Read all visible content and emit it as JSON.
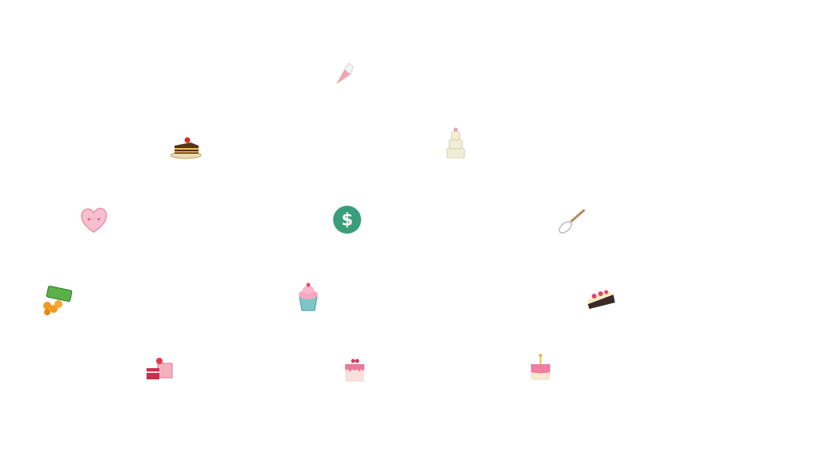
{
  "scene": {
    "items": [
      {
        "id": "piping",
        "icon": "piping-bag-icon"
      },
      {
        "id": "layer",
        "icon": "layer-cake-icon"
      },
      {
        "id": "tiered",
        "icon": "tiered-wedding-cake-icon"
      },
      {
        "id": "heart",
        "icon": "heart-cake-icon"
      },
      {
        "id": "dollar",
        "icon": "dollar-coin-icon",
        "symbol": "$"
      },
      {
        "id": "whisk",
        "icon": "whisk-icon"
      },
      {
        "id": "money",
        "icon": "money-stack-icon"
      },
      {
        "id": "cupcake",
        "icon": "cupcake-icon"
      },
      {
        "id": "slice",
        "icon": "cheesecake-slice-icon"
      },
      {
        "id": "petit",
        "icon": "petit-fours-icon"
      },
      {
        "id": "drip",
        "icon": "drip-cake-icon"
      },
      {
        "id": "bday",
        "icon": "birthday-cake-icon"
      }
    ],
    "colors": {
      "coin": "#3a9e7a",
      "pink": "#f3a6b8",
      "cream": "#f5ecd6"
    }
  }
}
